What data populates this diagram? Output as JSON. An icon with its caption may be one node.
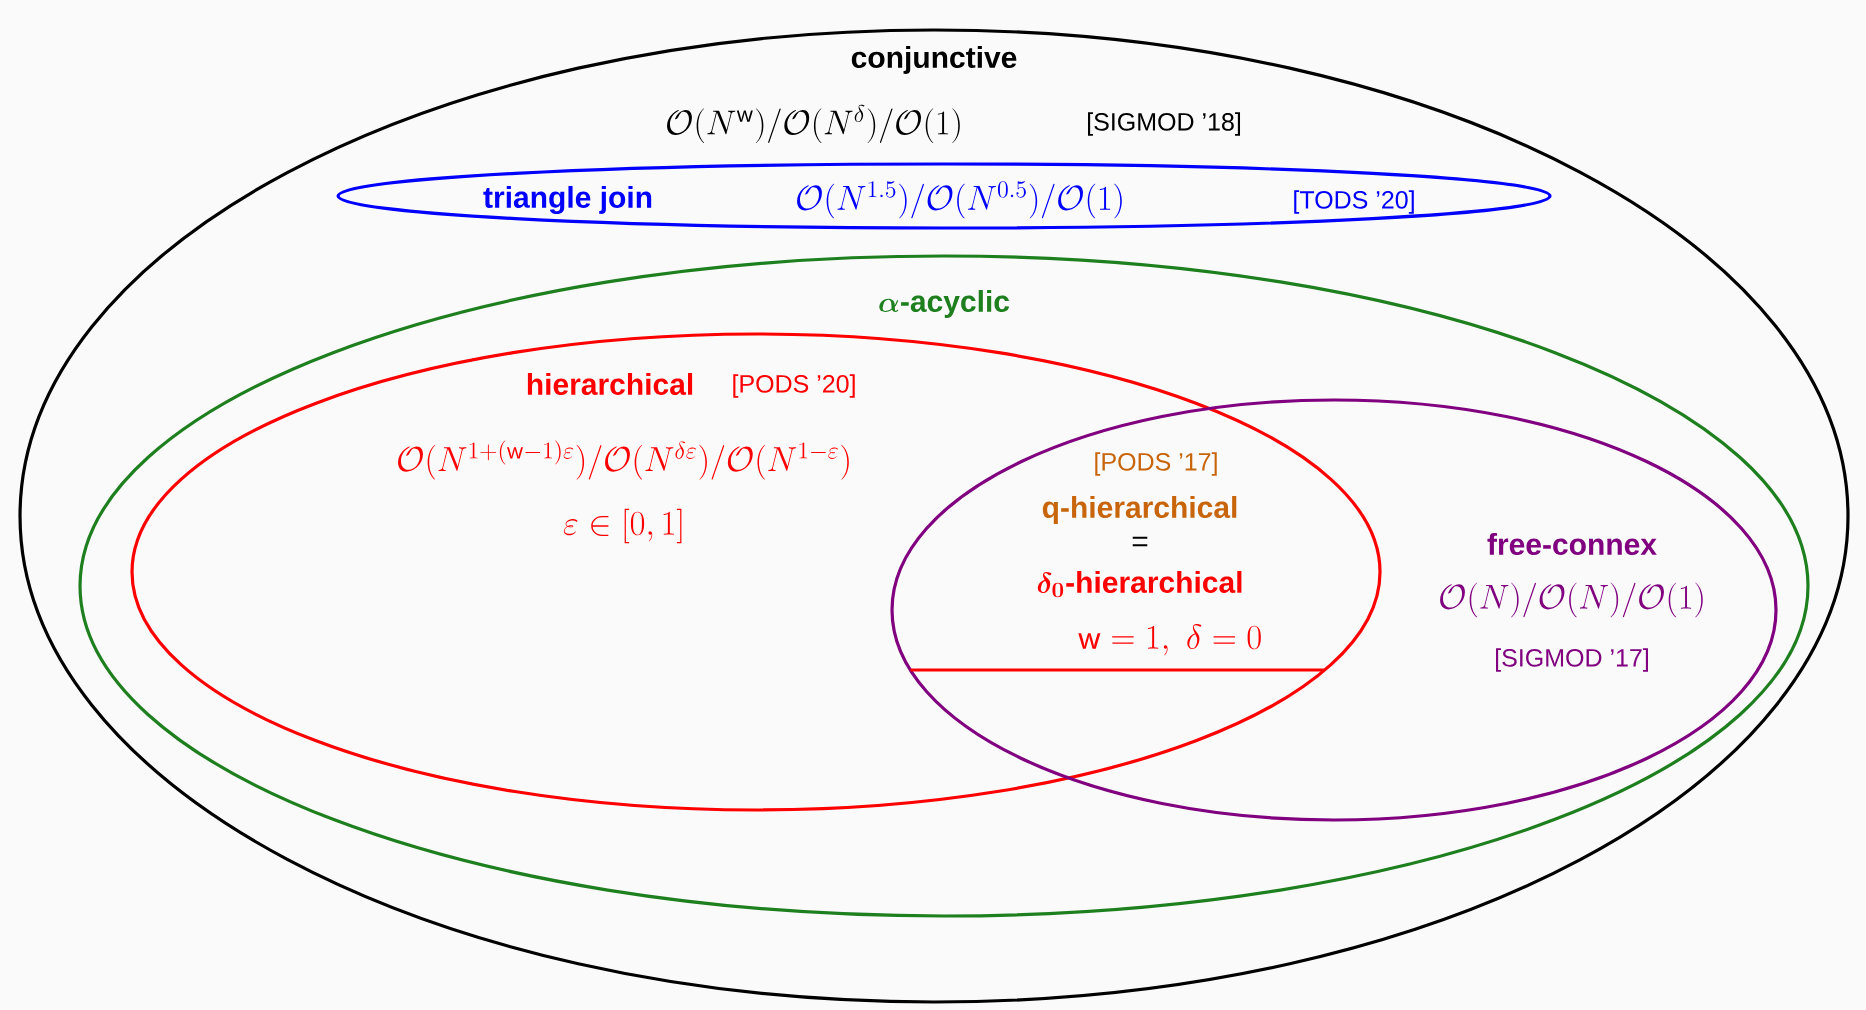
{
  "diagram": {
    "nodes": [
      {
        "text": [
          "conjunctive",
          "\\mathcal{O}(N^{\\mathsf{w}})/\\mathcal{O}(N^{\\delta})/\\mathcal{O}(1)",
          "[SIGMOD ’18]"
        ]
      },
      {
        "text": [
          "triangle join",
          "\\mathcal{O}(N^{1.5})/\\mathcal{O}(N^{0.5})/\\mathcal{O}(1)",
          "[TODS ’20]"
        ],
        "in": 0
      },
      {
        "text": [
          "\\alpha\\textbf{-acyclic}"
        ],
        "in": 0
      },
      {
        "text": [
          "hierarchical",
          "[PODS ’20]",
          "\\mathcal{O}(N^{1+(\\mathsf{w}-1)\\varepsilon})/\\mathcal{O}(N^{\\delta\\varepsilon})/\\mathcal{O}(N^{1-\\varepsilon})",
          "\\varepsilon\\in[0,1]"
        ],
        "in": 2
      },
      {
        "text": [
          "free-connex",
          "\\mathcal{O}(N)/\\mathcal{O}(N)/\\mathcal{O}(1)",
          "[SIGMOD ’17]"
        ],
        "in": 2
      },
      {
        "text": [
          "[PODS ’17]",
          "q-hierarchical",
          "=",
          "\\delta_0\\textbf{-hierarchical}",
          "\\mathsf{w}=1,\\ \\delta=0"
        ]
      }
    ]
  }
}
